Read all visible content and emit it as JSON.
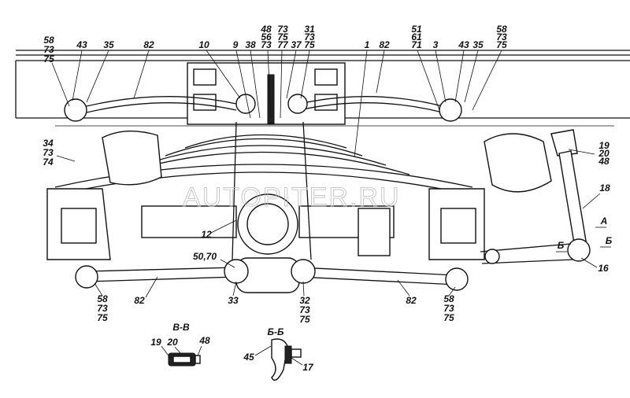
{
  "diagram": {
    "title": "Rear suspension assembly",
    "watermark": "AUTOPITER.RU",
    "callouts": {
      "tl_58": [
        "58",
        "73",
        "75"
      ],
      "tl_43": "43",
      "tl_35": "35",
      "tl_82": "82",
      "t_10": "10",
      "t_9": "9",
      "t_38": "38",
      "t_48": [
        "48",
        "56",
        "73"
      ],
      "t_73": [
        "73",
        "75",
        "77"
      ],
      "t_37": "37",
      "t_31": [
        "31",
        "73",
        "75"
      ],
      "t_1": "1",
      "t_82": "82",
      "t_51": [
        "51",
        "61",
        "71"
      ],
      "t_3": "3",
      "tr_43": "43",
      "tr_35": "35",
      "tr_58": [
        "58",
        "73",
        "75"
      ],
      "l_34": [
        "34",
        "73",
        "74"
      ],
      "r_19": [
        "19",
        "20",
        "48"
      ],
      "r_18": "18",
      "r_A": "A",
      "r_B1": "Б",
      "r_B2": "Б",
      "r_16": "16",
      "c_12": "12",
      "c_50": "50,70",
      "bl_58": [
        "58",
        "73",
        "75"
      ],
      "bl_82": "82",
      "b_33": "33",
      "b_32": [
        "32",
        "73",
        "75"
      ],
      "br_82": "82",
      "br_58": [
        "58",
        "73",
        "75"
      ]
    },
    "section_vv": {
      "title": "В-В",
      "labels": [
        "19",
        "20",
        "48"
      ]
    },
    "section_bb": {
      "title": "Б-Б",
      "labels": [
        "45",
        "17"
      ]
    }
  }
}
